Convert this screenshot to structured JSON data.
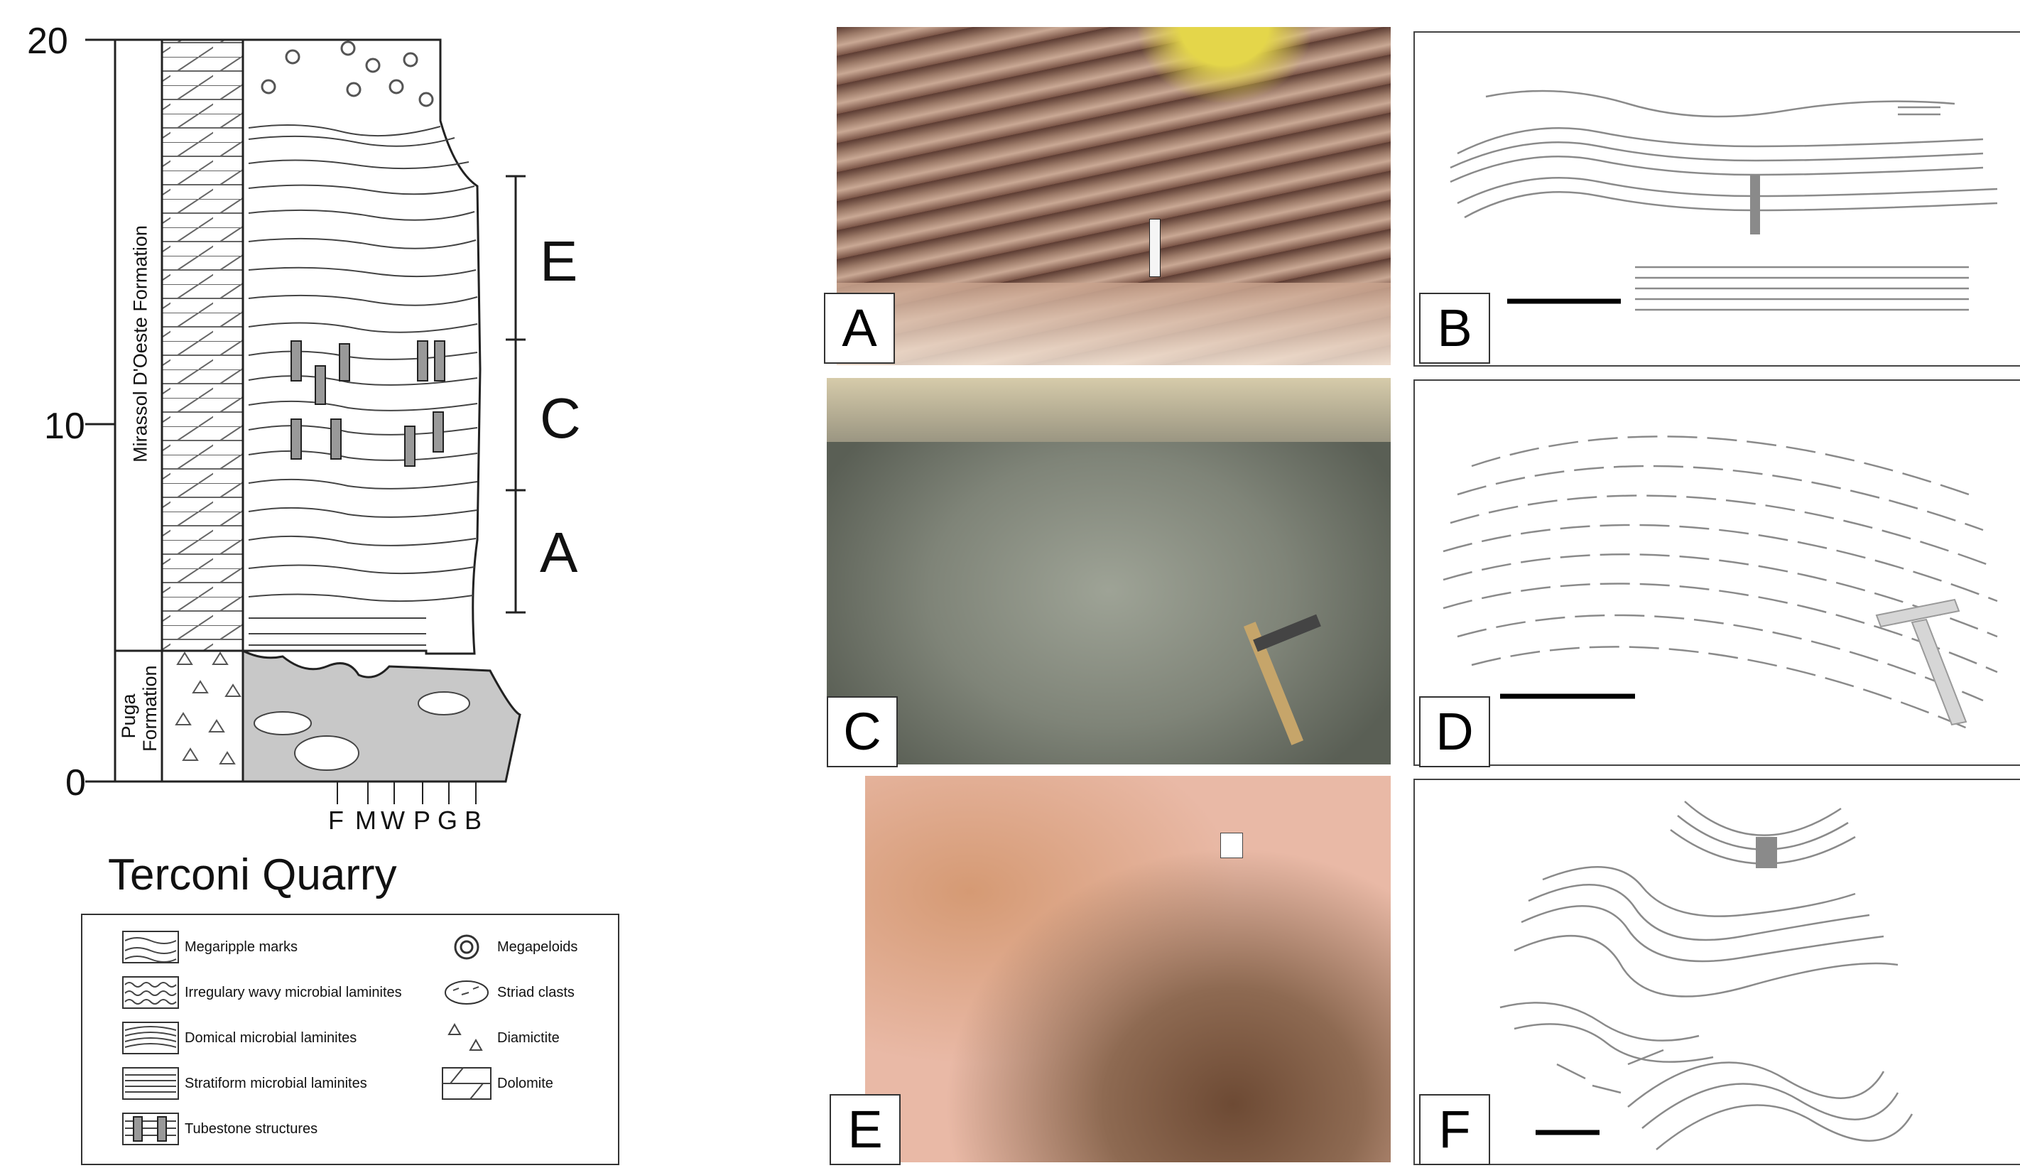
{
  "column": {
    "y_ticks": [
      "20",
      "10",
      "0"
    ],
    "formation_upper": "Mirassol D'Oeste Formation",
    "formation_lower": "Puga Formation",
    "facies_intervals": [
      "E",
      "C",
      "A"
    ],
    "grain_size_codes": [
      "F",
      "M",
      "W",
      "P",
      "G",
      "B"
    ],
    "site_title": "Terconi Quarry"
  },
  "legend": {
    "items": [
      {
        "label": "Megaripple marks",
        "icon": "megaripple-icon"
      },
      {
        "label": "Irregulary wavy microbial laminites",
        "icon": "wavy-laminite-icon"
      },
      {
        "label": "Domical microbial laminites",
        "icon": "domical-laminite-icon"
      },
      {
        "label": "Stratiform microbial laminites",
        "icon": "stratiform-laminite-icon"
      },
      {
        "label": "Tubestone structures",
        "icon": "tubestone-icon"
      },
      {
        "label": "Megapeloids",
        "icon": "megapeloid-icon"
      },
      {
        "label": "Striad clasts",
        "icon": "striated-clast-icon"
      },
      {
        "label": "Diamictite",
        "icon": "diamictite-icon"
      },
      {
        "label": "Dolomite",
        "icon": "dolomite-icon"
      }
    ]
  },
  "panels": [
    {
      "label": "A",
      "kind": "photo"
    },
    {
      "label": "B",
      "kind": "sketch"
    },
    {
      "label": "C",
      "kind": "photo"
    },
    {
      "label": "D",
      "kind": "sketch"
    },
    {
      "label": "E",
      "kind": "photo"
    },
    {
      "label": "F",
      "kind": "sketch"
    }
  ],
  "colors": {
    "photo_a": "#8a6a5a",
    "photo_c": "#8c8f86",
    "photo_e": "#e9b9a6",
    "sketch_line": "#8a8a8a",
    "column_fill": "#c8c8c8"
  }
}
